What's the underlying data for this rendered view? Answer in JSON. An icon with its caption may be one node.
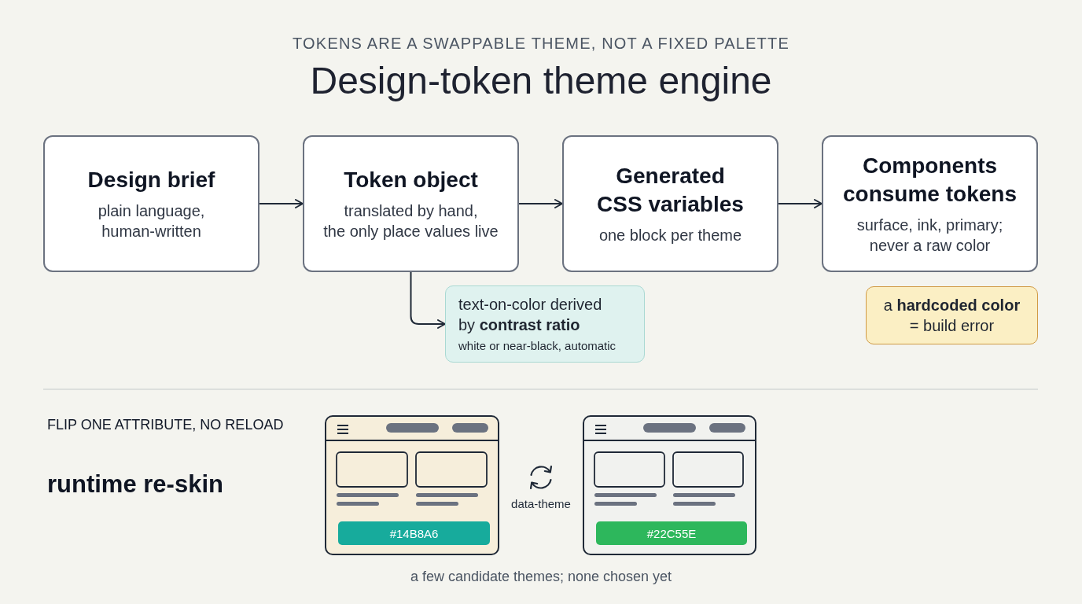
{
  "diagram": {
    "title": "Design-token theme engine",
    "nodes": [
      {
        "text": [
          "Design brief",
          "plain language, human-written"
        ]
      },
      {
        "text": [
          "Token object",
          "translated by hand, the only place values live"
        ]
      },
      {
        "text": [
          "Generated CSS variables",
          "one block per theme"
        ]
      },
      {
        "text": [
          "Components consume tokens",
          "surface, ink, primary; never a raw color"
        ]
      },
      {
        "text": [
          "text-on-color derived by **contrast ratio**",
          "white or near-black, automatic"
        ]
      },
      {
        "text": [
          "a **hardcoded color** = build error"
        ]
      },
      {
        "text": [],
        "shape": "box"
      },
      {
        "text": [
          "#14B8A6"
        ],
        "in": 6
      },
      {
        "text": [],
        "shape": "box"
      },
      {
        "text": [
          "#22C55E"
        ],
        "in": 8
      }
    ],
    "edges": [
      {
        "from": 0,
        "to": 1,
        "arrow": "to"
      },
      {
        "from": 1,
        "to": 2,
        "arrow": "to"
      },
      {
        "from": 2,
        "to": 3,
        "arrow": "to"
      },
      {
        "from": 1,
        "to": 4,
        "arrow": "to"
      }
    ],
    "labels": [
      "TOKENS ARE A SWAPPABLE THEME, NOT A FIXED PALETTE",
      "FLIP ONE ATTRIBUTE, NO RELOAD",
      "runtime re-skin",
      "data-theme",
      "a few candidate themes; none chosen yet"
    ]
  }
}
